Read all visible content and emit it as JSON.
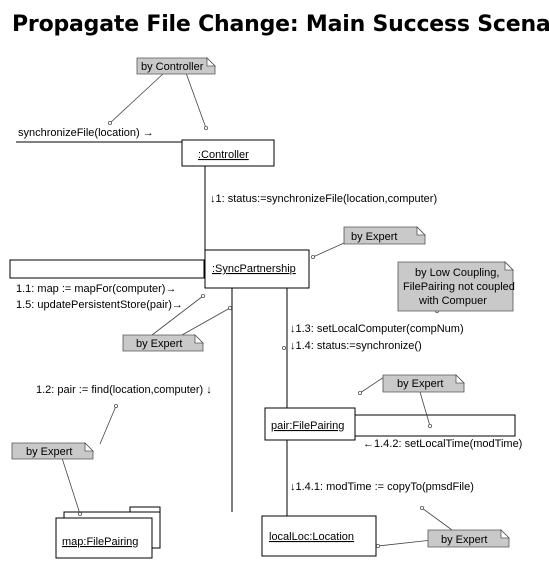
{
  "title": "Propagate File Change: Main Success Scenario",
  "objects": {
    "controller": ":Controller",
    "sync_partnership": ":SyncPartnership",
    "pair": "pair:FilePairing",
    "map": "map:FilePairing",
    "local_loc": "localLoc:Location"
  },
  "messages": {
    "m0": "synchronizeFile(location) →",
    "m1": "↓1: status:=synchronizeFile(location,computer)",
    "m1_1": "1.1: map := mapFor(computer)→",
    "m1_5": "1.5: updatePersistentStore(pair)→",
    "m1_2": "1.2: pair := find(location,computer) ↓",
    "m1_3": "↓1.3: setLocalComputer(compNum)",
    "m1_4": "↓1.4: status:=synchronize()",
    "m1_4_2": "←1.4.2: setLocalTime(modTime)",
    "m1_4_1": "↓1.4.1: modTime := copyTo(pmsdFile)"
  },
  "notes": {
    "by_controller": "by Controller",
    "by_expert_1": "by Expert",
    "by_expert_2": "by Expert",
    "by_expert_3": "by Expert",
    "by_expert_4": "by Expert",
    "by_expert_5": "by Expert",
    "low_coupling": [
      "by Low Coupling,",
      "FilePairing not coupled",
      "with Compuer"
    ]
  }
}
